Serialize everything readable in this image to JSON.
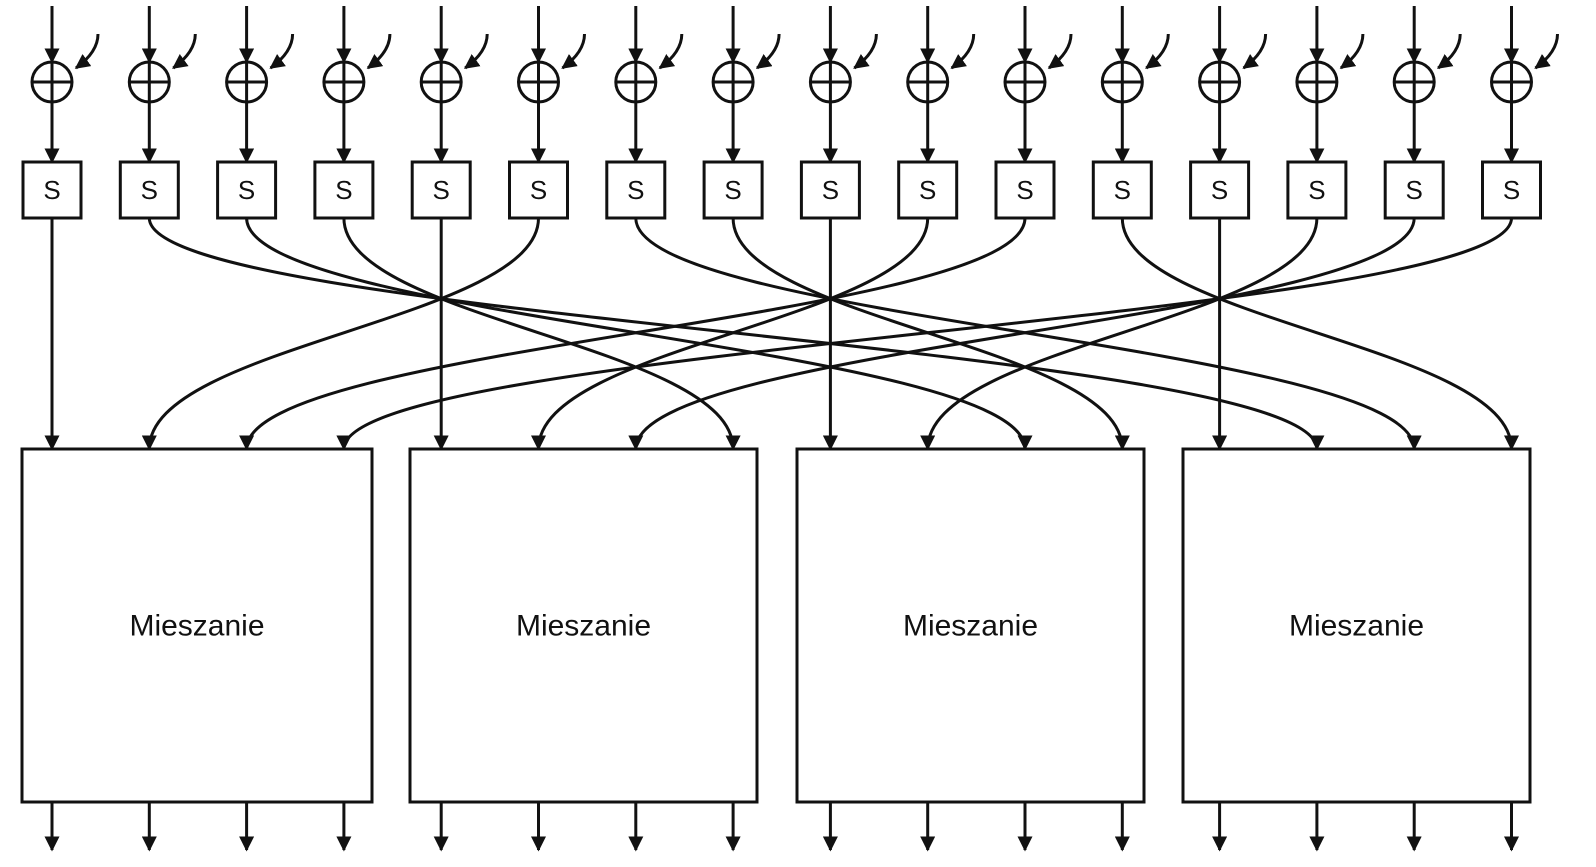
{
  "diagram": {
    "sbox_label": "S",
    "mix_label": "Mieszanie",
    "input_count": 16,
    "mix_block_count": 4,
    "permutation": [
      0,
      5,
      10,
      15,
      4,
      9,
      14,
      3,
      8,
      13,
      2,
      7,
      12,
      1,
      6,
      11
    ],
    "colors": {
      "stroke": "#111111",
      "background": "#ffffff"
    }
  }
}
